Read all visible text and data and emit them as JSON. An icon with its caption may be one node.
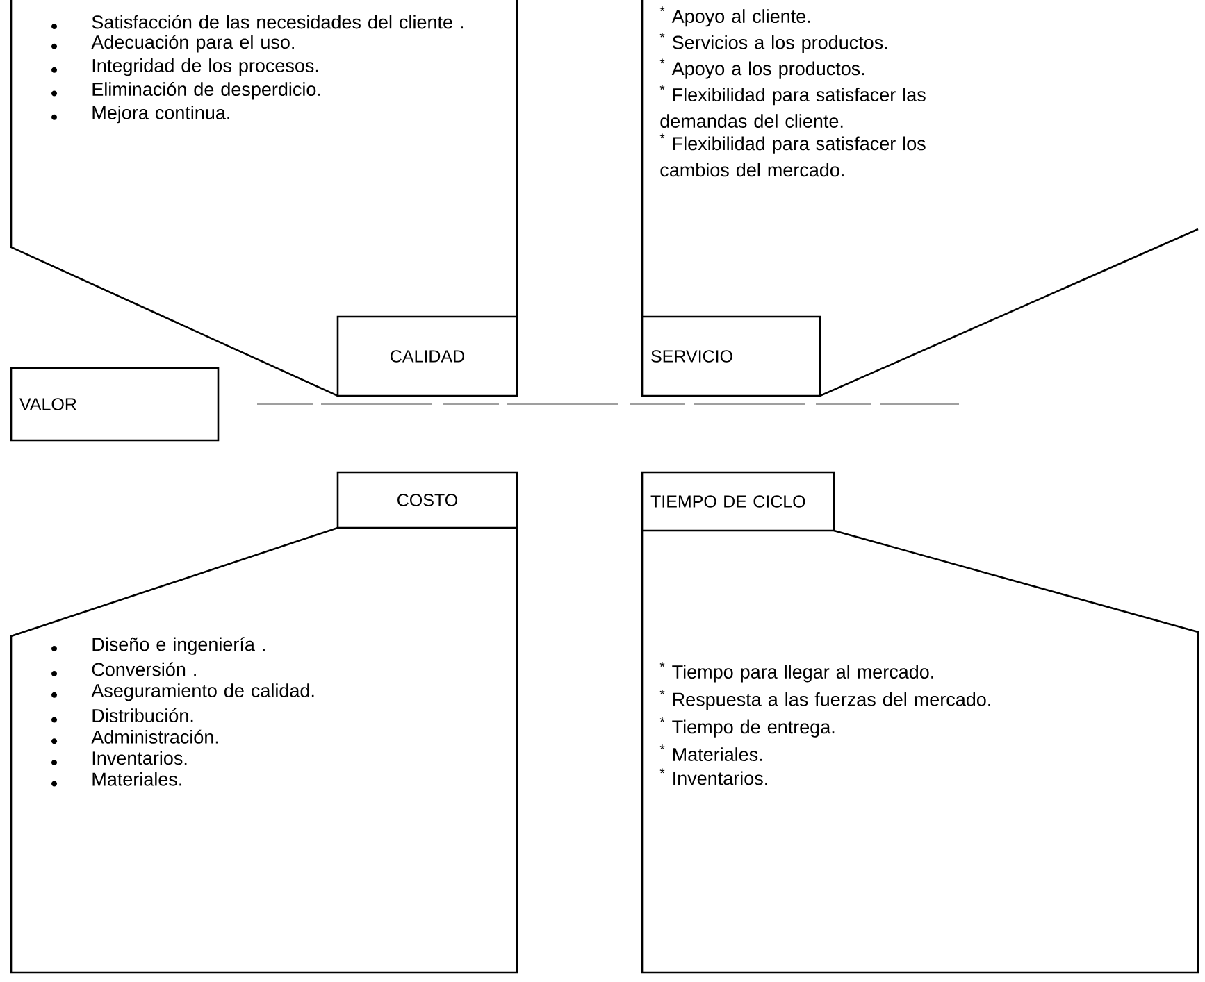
{
  "diagram": {
    "nodes": [
      {
        "text": [
          "Satisfacción de las necesidades del cliente .",
          "Adecuación para el uso.",
          "Integridad de los procesos.",
          "Eliminación de desperdicio.",
          "Mejora continua."
        ]
      },
      {
        "text": [
          "CALIDAD"
        ],
        "in": 0
      },
      {
        "text": [
          "$^{*}$ Apoyo al cliente.",
          "$^{*}$ Servicios a los productos.",
          "$^{*}$ Apoyo a los productos.",
          "$^{*}$ Flexibilidad para satisfacer las demandas del cliente.",
          "$^{*}$ Flexibilidad para satisfacer los cambios del mercado."
        ]
      },
      {
        "text": [
          "SERVICIO"
        ],
        "in": 2
      },
      {
        "text": [
          "VALOR"
        ]
      },
      {
        "text": [
          "Diseño e ingeniería .",
          "Conversión .",
          "Aseguramiento de calidad.",
          "Distribución.",
          "Administración.",
          "Inventarios.",
          "Materiales."
        ]
      },
      {
        "text": [
          "COSTO"
        ],
        "in": 5
      },
      {
        "text": [
          "$^{*}$ Tiempo para llegar al mercado.",
          "$^{*}$ Respuesta a las fuerzas del mercado.",
          "$^{*}$ Tiempo de entrega.",
          "$^{*}$ Materiales.",
          "$^{*}$ Inventarios."
        ]
      },
      {
        "text": [
          "TIEMPO DE CICLO"
        ],
        "in": 7
      }
    ]
  }
}
